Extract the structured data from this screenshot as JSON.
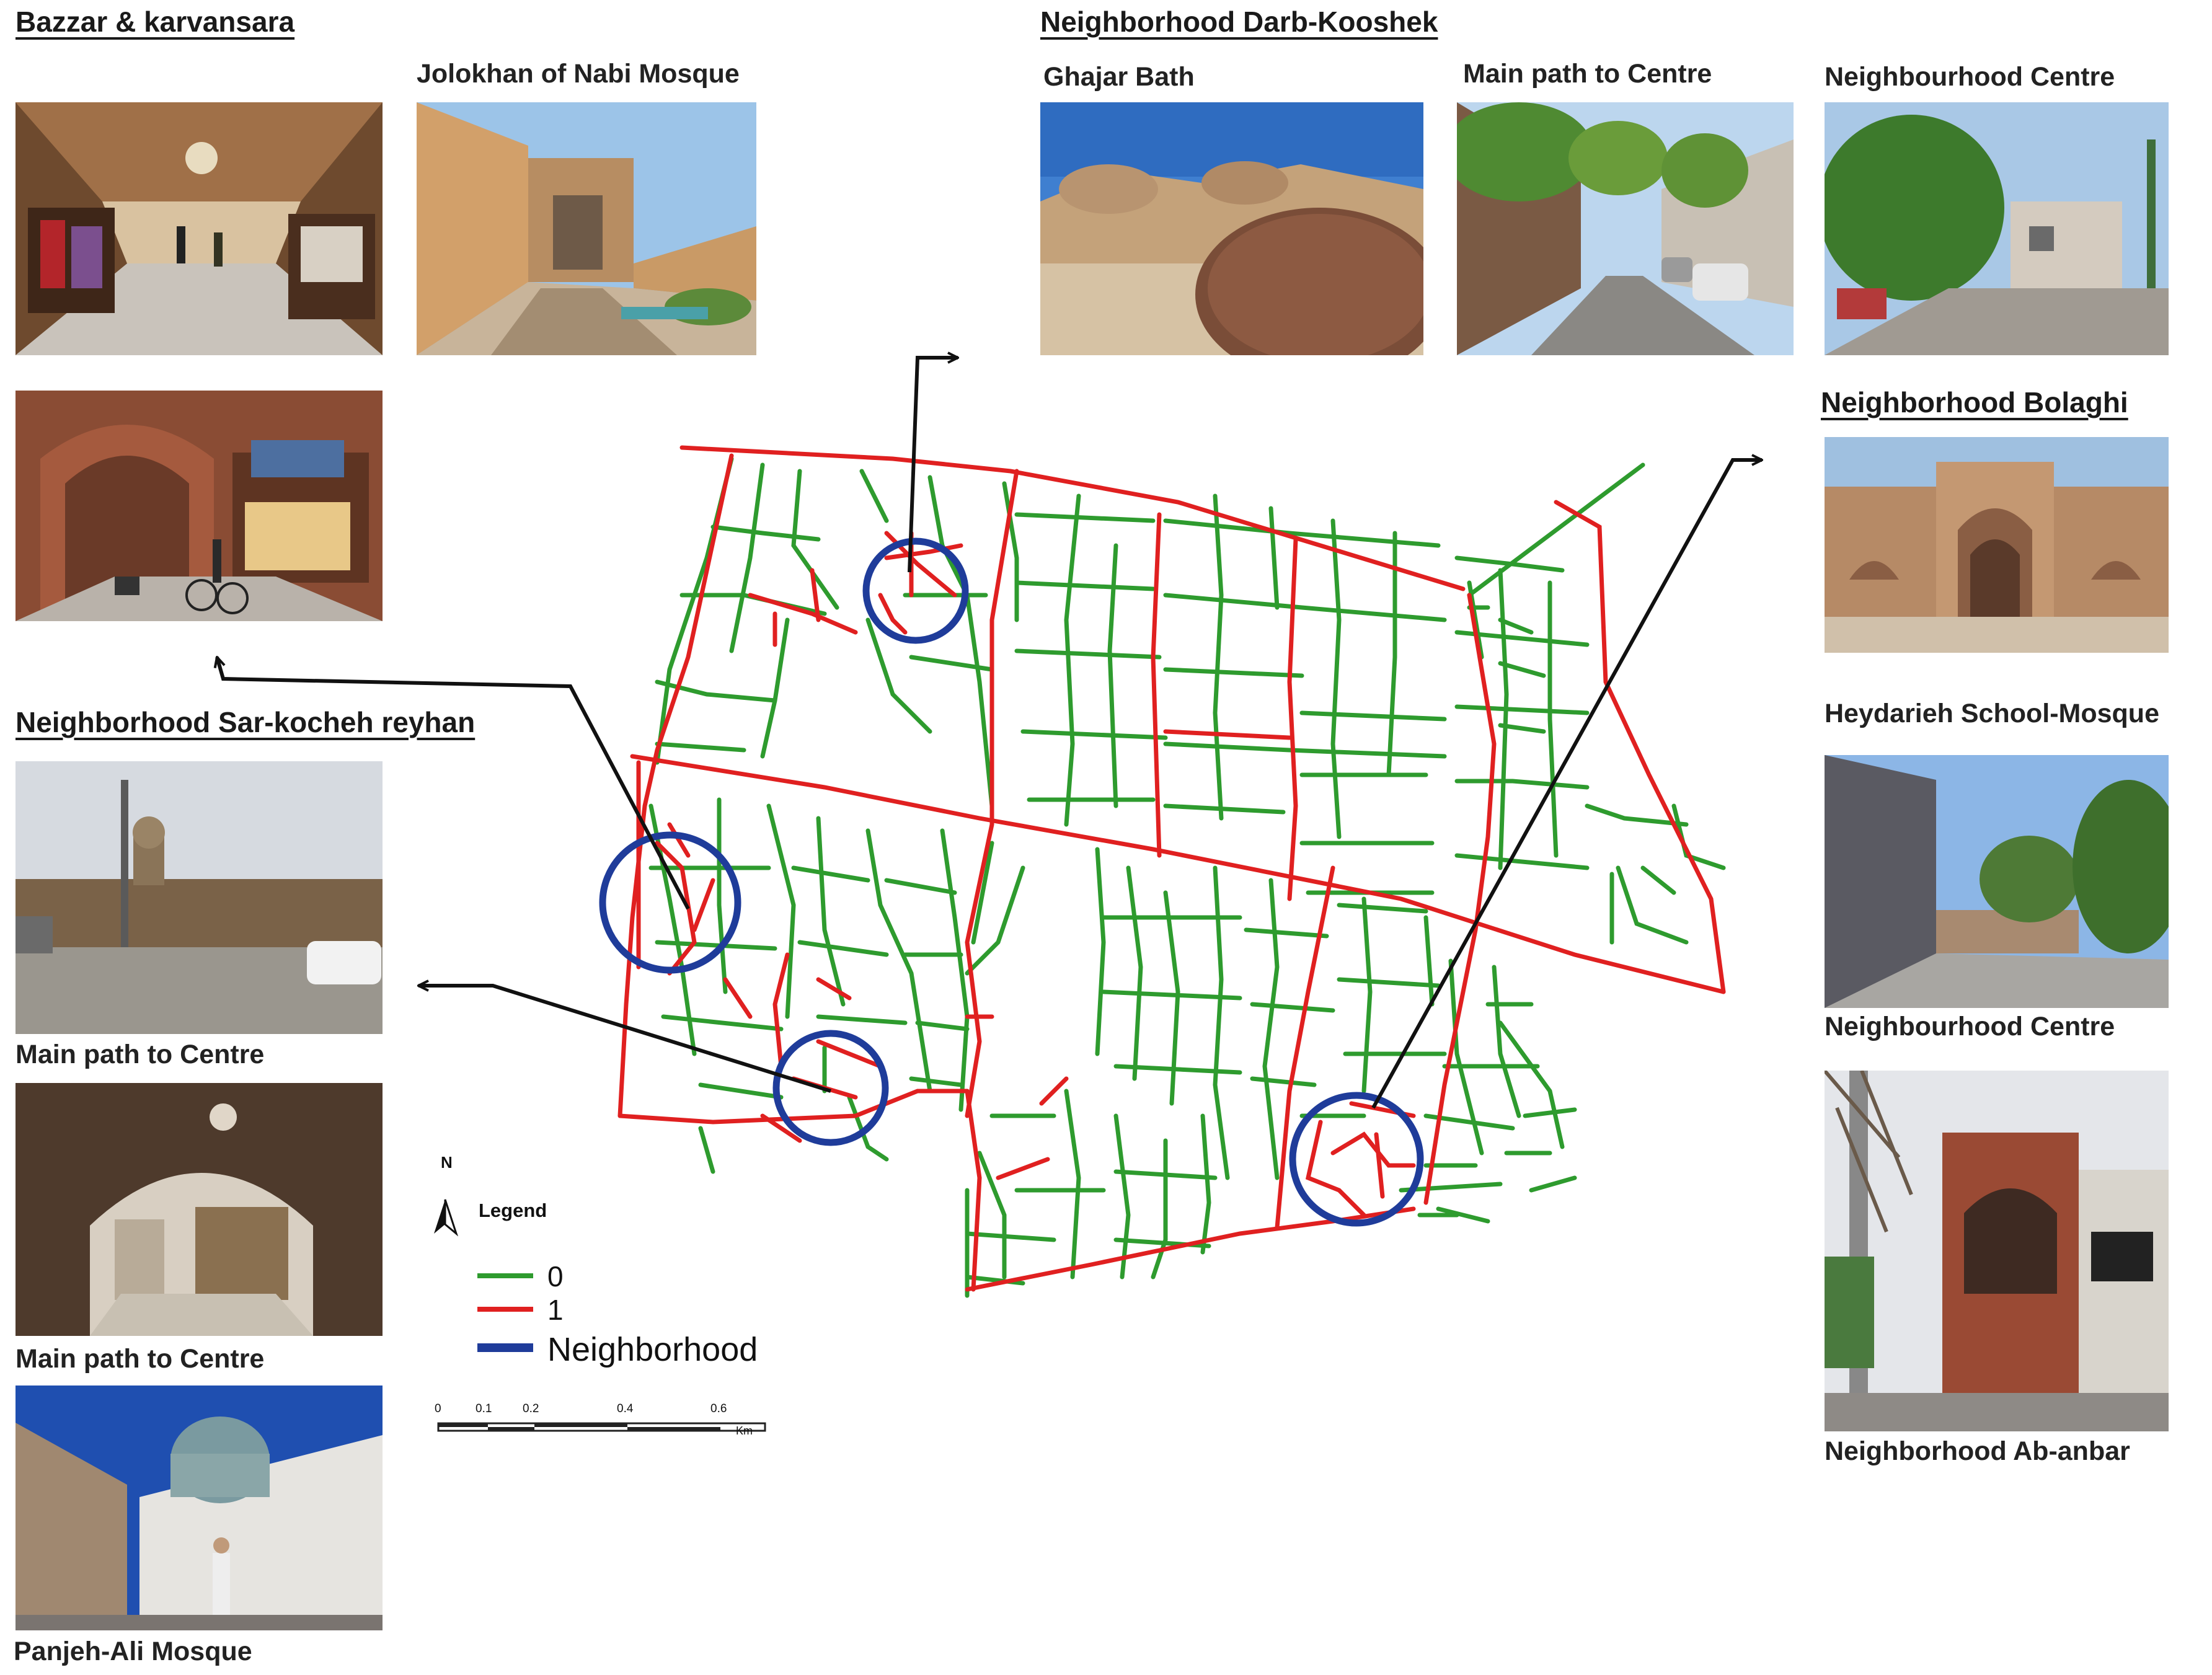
{
  "headings": {
    "bazzar": "Bazzar & karvansara",
    "darb_kooshek": "Neighborhood Darb-Kooshek",
    "sar_kocheh": "Neighborhood Sar-kocheh reyhan",
    "bolaghi": "Neighborhood Bolaghi"
  },
  "photos": {
    "bazzar_1": {
      "caption": ""
    },
    "jolokhan": {
      "caption": "Jolokhan of Nabi Mosque"
    },
    "bazzar_2": {
      "caption": ""
    },
    "ghajar_bath": {
      "caption": "Ghajar Bath"
    },
    "darb_main_path": {
      "caption": "Main path to Centre"
    },
    "darb_centre": {
      "caption": "Neighbourhood Centre"
    },
    "heydarieh": {
      "caption": "Heydarieh School-Mosque"
    },
    "bolaghi_centre": {
      "caption": "Neighbourhood Centre"
    },
    "ab_anbar": {
      "caption": "Neighborhood Ab-anbar"
    },
    "sar_main_path_1": {
      "caption": "Main path to Centre"
    },
    "sar_main_path_2": {
      "caption": "Main path to Centre"
    },
    "panjeh_ali": {
      "caption": "Panjeh-Ali Mosque"
    }
  },
  "legend": {
    "north": "N",
    "title": "Legend",
    "items": [
      {
        "label": "0",
        "color": "#2e9b2e"
      },
      {
        "label": "1",
        "color": "#e02020"
      },
      {
        "label": "Neighborhood",
        "color": "#1f3c9a"
      }
    ]
  },
  "scalebar": {
    "ticks": [
      "0",
      "0.1",
      "0.2",
      "0.4",
      "0.6"
    ],
    "unit": "Km"
  },
  "colors": {
    "green_path": "#2e9b2e",
    "red_path": "#e02020",
    "neighborhood_circle": "#1f3c9a",
    "arrow": "#111111"
  }
}
